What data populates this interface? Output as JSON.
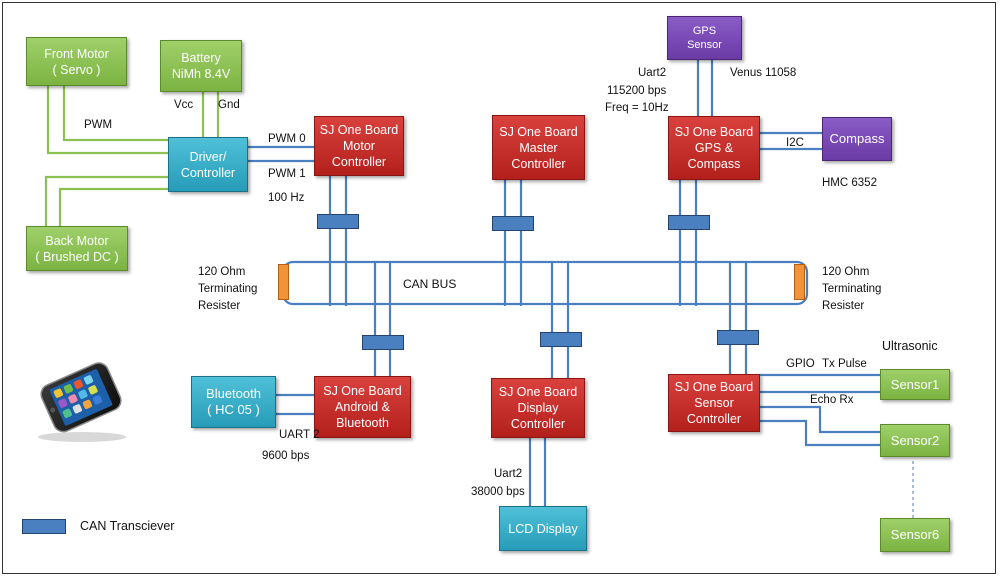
{
  "boxes": {
    "front_motor": "Front Motor\n( Servo )",
    "battery": "Battery\nNiMh 8.4V",
    "driver": "Driver/\nController",
    "back_motor": "Back Motor\n( Brushed DC )",
    "motor_ctrl": "SJ One Board\nMotor\nController",
    "master_ctrl": "SJ One Board\nMaster\nController",
    "gps_compass": "SJ One Board\nGPS &\nCompass",
    "gps_sensor": "GPS\nSensor",
    "compass": "Compass",
    "android_bt": "SJ One Board\nAndroid &\nBluetooth",
    "bluetooth": "Bluetooth\n( HC 05 )",
    "display_ctrl": "SJ One Board\nDisplay\nController",
    "lcd": "LCD Display",
    "sensor_ctrl": "SJ One Board\nSensor\nController",
    "sensor1": "Sensor1",
    "sensor2": "Sensor2",
    "sensor6": "Sensor6"
  },
  "labels": {
    "pwm": "PWM",
    "vcc": "Vcc",
    "gnd": "Gnd",
    "pwm0": "PWM 0",
    "pwm1": "PWM 1",
    "hz100": "100 Hz",
    "uart2_gps": "Uart2",
    "baud_gps": "115200 bps",
    "freq": "Freq = 10Hz",
    "venus": "Venus 11058",
    "i2c": "I2C",
    "hmc": "HMC 6352",
    "res_left": "120 Ohm\nTerminating\nResister",
    "res_right": "120 Ohm\nTerminating\nResister",
    "can_bus": "CAN BUS",
    "uart2_bt": "UART 2",
    "baud_bt": "9600 bps",
    "uart2_lcd": "Uart2",
    "baud_lcd": "38000 bps",
    "ultrasonic": "Ultrasonic",
    "gpio": "GPIO",
    "tx_pulse": "Tx Pulse",
    "echo_rx": "Echo Rx"
  },
  "legend": {
    "label": "CAN Transciever"
  },
  "colors": {
    "wire": "#4a7fc0",
    "node_red": "#c0282a",
    "node_green": "#8cc152",
    "node_teal": "#31a8c6",
    "node_purple": "#7a4bb8"
  }
}
